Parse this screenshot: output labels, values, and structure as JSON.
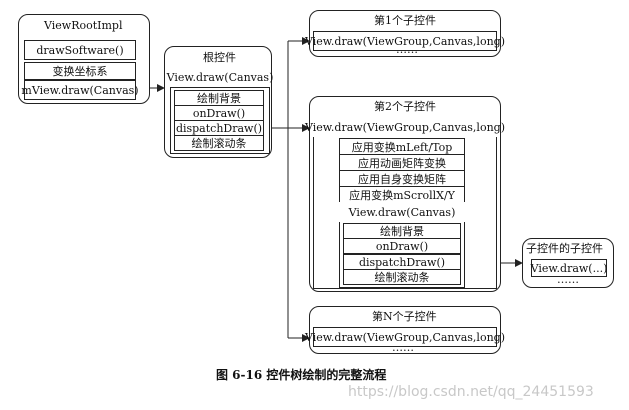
{
  "viewrootimpl": {
    "title": "ViewRootImpl",
    "draw_software": "drawSoftware()",
    "transform": "变换坐标系",
    "mview_draw": "mView.draw(Canvas)"
  },
  "root_view": {
    "title": "根控件",
    "draw": "View.draw(Canvas)",
    "steps": [
      "绘制背景",
      "onDraw()",
      "dispatchDraw()",
      "绘制滚动条"
    ]
  },
  "child1": {
    "title": "第1个子控件",
    "draw": "View.draw(ViewGroup,Canvas,long)",
    "ellipsis": "……"
  },
  "child2": {
    "title": "第2个子控件",
    "draw": "View.draw(ViewGroup,Canvas,long)",
    "steps": [
      "应用变换mLeft/Top",
      "应用动画矩阵变换",
      "应用自身变换矩阵",
      "应用变换mScrollX/Y"
    ],
    "inner_draw": "View.draw(Canvas)",
    "inner_steps": [
      "绘制背景",
      "onDraw()",
      "dispatchDraw()",
      "绘制滚动条"
    ]
  },
  "grandchild": {
    "title": "子控件的子控件",
    "draw": "View.draw(...)",
    "ellipsis": "……"
  },
  "childN": {
    "title": "第N个子控件",
    "draw": "View.draw(ViewGroup,Canvas,long)",
    "ellipsis": "……"
  },
  "caption": "图 6-16   控件树绘制的完整流程",
  "watermark": "https://blog.csdn.net/qq_24451593"
}
